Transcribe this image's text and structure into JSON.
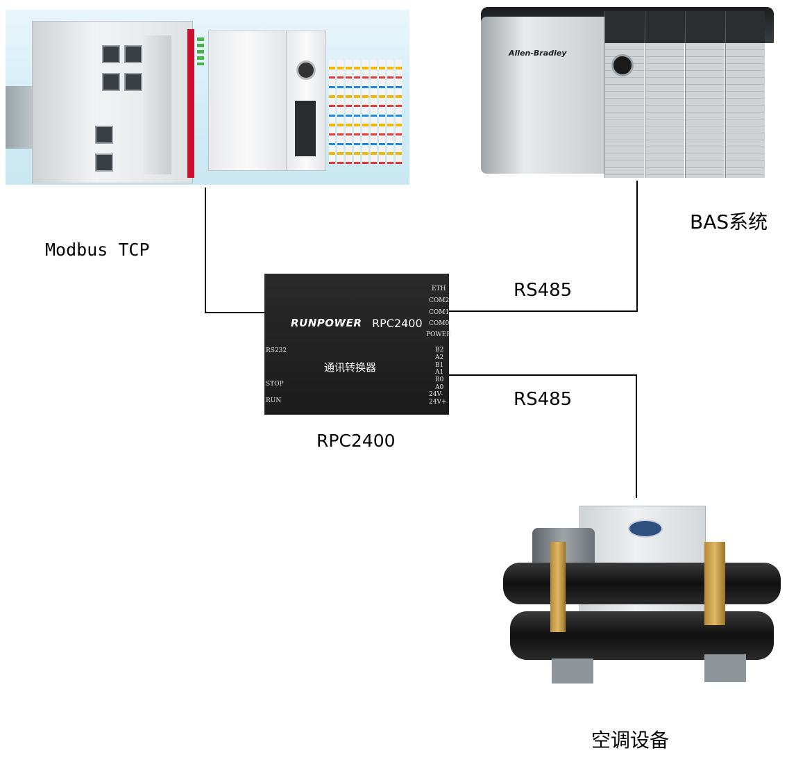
{
  "devices": {
    "plc": {
      "icon": "plc-controller-icon"
    },
    "bas": {
      "label": "BAS系统",
      "brand": "Allen-Bradley",
      "icon": "bas-rack-icon"
    },
    "converter": {
      "brand": "RUNPOWER",
      "model": "RPC2400",
      "subtitle": "通讯转换器",
      "caption": "RPC2400",
      "ports_right": [
        "ETH",
        "COM2",
        "COM1",
        "COM0",
        "POWER"
      ],
      "terminals_right": [
        "B2",
        "A2",
        "B1",
        "A1",
        "B0",
        "A0",
        "24V-",
        "24V+"
      ],
      "ports_left": [
        "RS232",
        "STOP",
        "RUN"
      ]
    },
    "chiller": {
      "label": "空调设备",
      "icon": "chiller-unit-icon"
    }
  },
  "links": {
    "modbus": "Modbus TCP",
    "rs485_top": "RS485",
    "rs485_bottom": "RS485"
  },
  "colors": {
    "wire": "#000000",
    "converter_body": "#1f1f1f",
    "plc_background": "#d3edf6",
    "accent_red": "#c8102e"
  }
}
